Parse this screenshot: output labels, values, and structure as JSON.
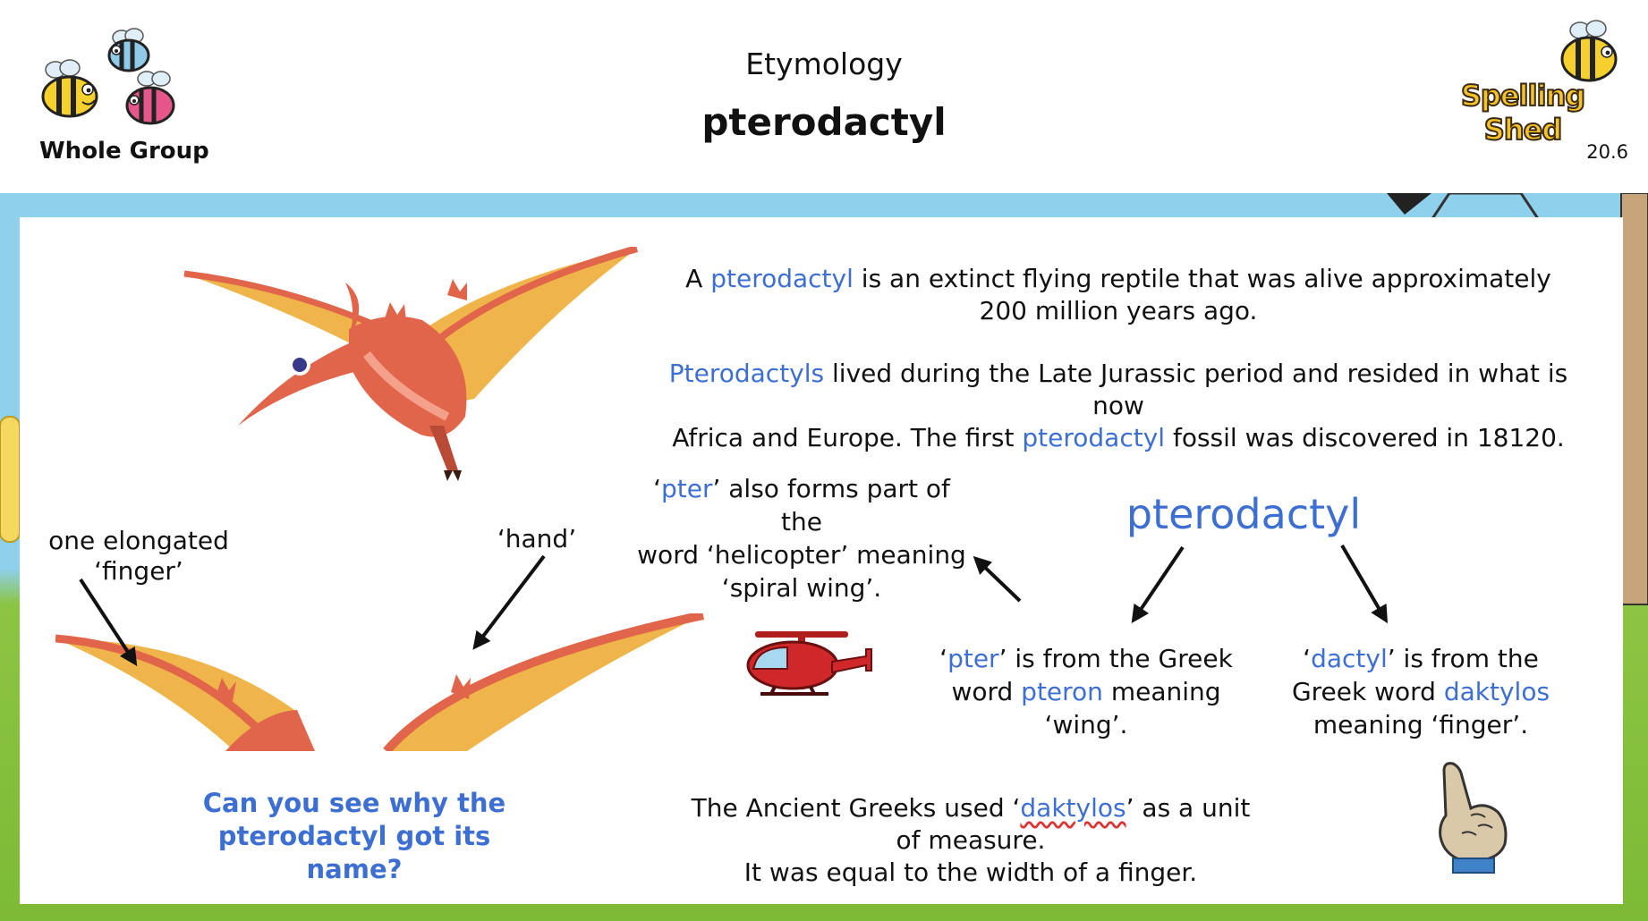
{
  "header": {
    "group_label": "Whole Group",
    "subject": "Etymology",
    "word": "pterodactyl",
    "brand": "Spelling Shed",
    "version": "20.6"
  },
  "intro": {
    "p1_a": "A ",
    "p1_word": "pterodactyl",
    "p1_b": " is an extinct flying reptile that was alive approximately",
    "p1_c": "200 million years ago.",
    "p2_word": "Pterodactyls",
    "p2_a": " lived during the Late Jurassic period and resided in what is now",
    "p2_b": "Africa and Europe. The first ",
    "p2_word2": "pterodactyl",
    "p2_c": " fossil was discovered in 18120."
  },
  "wing_labels": {
    "finger_1": "one elongated",
    "finger_2": "‘finger’",
    "hand": "‘hand’"
  },
  "question": {
    "line1": "Can you see why the",
    "line2": "pterodactyl got its name?"
  },
  "breakdown": {
    "word": "pterodactyl",
    "heli_q1": "‘",
    "heli_part": "pter",
    "heli_a": "’ also forms part of the",
    "heli_b": "word ‘helicopter’ meaning",
    "heli_c": "‘spiral wing’.",
    "pter_q1": "‘",
    "pter_part": "pter",
    "pter_a": "’ is from the Greek",
    "pter_b1": "word ",
    "pter_greek": "pteron",
    "pter_b2": " meaning ‘wing’.",
    "dactyl_q1": "‘",
    "dactyl_part": "dactyl",
    "dactyl_a": "’ is from the",
    "dactyl_b1": "Greek word ",
    "dactyl_greek": "daktylos",
    "dactyl_c": "meaning ‘finger’."
  },
  "measure": {
    "a": "The Ancient Greeks used ‘",
    "word": "daktylos",
    "b": "’ as a unit of measure.",
    "c": "It was equal to the width of a finger."
  },
  "icons": [
    "bee-icon",
    "pterodactyl-illustration",
    "wing-closeup-illustration",
    "helicopter-icon",
    "pointing-finger-icon"
  ],
  "colors": {
    "accent_blue": "#3d6fd3",
    "wing_yellow": "#f0b54a",
    "dino_red": "#e0654a",
    "sky": "#8fd0ec",
    "grass": "#7dba36"
  }
}
